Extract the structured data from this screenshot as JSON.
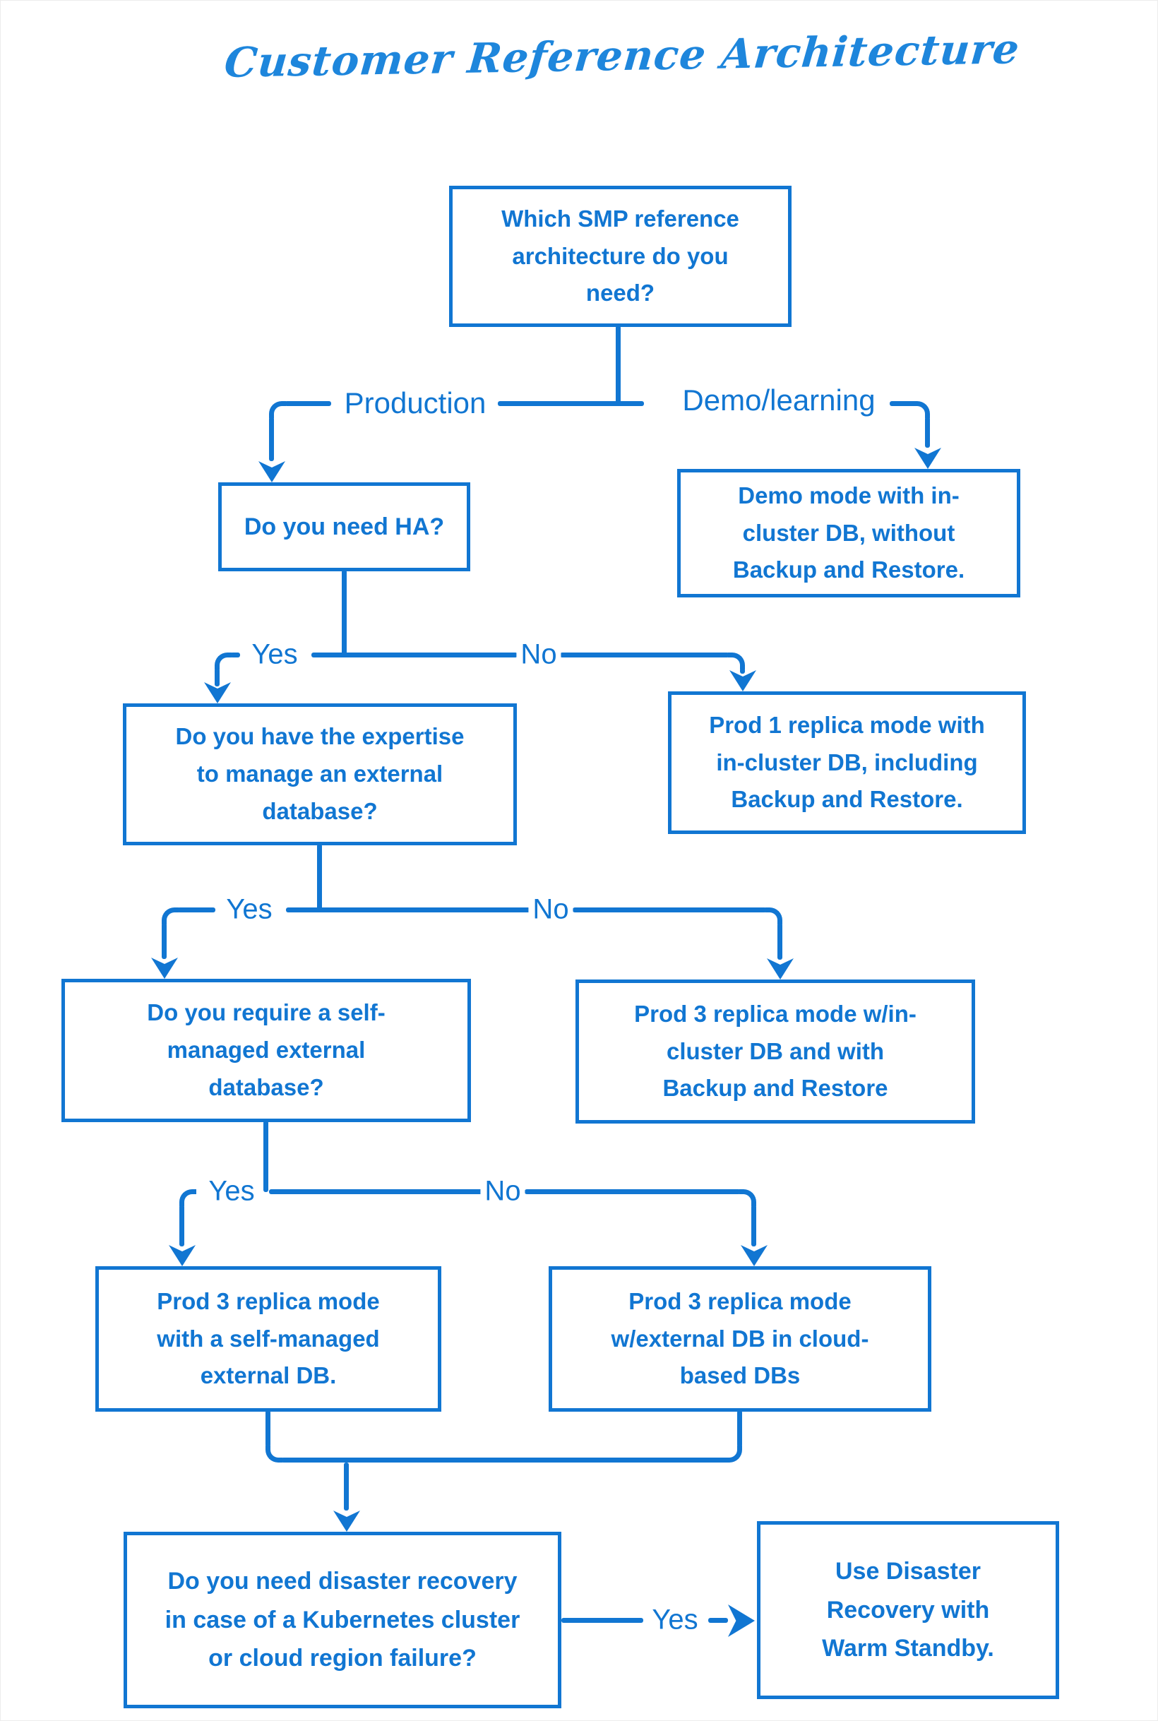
{
  "page": {
    "title": "Customer Reference Architecture"
  },
  "colors": {
    "accent": "#1176d2",
    "title": "#1e86dc",
    "background": "#ffffff"
  },
  "labels": {
    "production": "Production",
    "demo_learning": "Demo/learning",
    "yes": "Yes",
    "no": "No"
  },
  "nodes": {
    "q_main": {
      "text": "Which SMP reference\narchitecture do you\nneed?"
    },
    "q_ha": {
      "text": "Do you need HA?"
    },
    "demo_mode": {
      "text": "Demo mode with in-\ncluster DB, without\nBackup and Restore."
    },
    "q_expertise": {
      "text": "Do you have the expertise\nto manage an external\ndatabase?"
    },
    "prod1": {
      "text": "Prod 1 replica mode with\nin-cluster DB, including\nBackup and Restore."
    },
    "q_selfmanaged": {
      "text": "Do you require a self-\nmanaged external\ndatabase?"
    },
    "prod3_incluster": {
      "text": "Prod 3 replica mode w/in-\ncluster DB and with\nBackup and Restore"
    },
    "prod3_self": {
      "text": "Prod 3 replica mode\nwith a self-managed\nexternal DB."
    },
    "prod3_cloud": {
      "text": "Prod 3 replica mode\nw/external DB in cloud-\nbased DBs"
    },
    "q_dr": {
      "text": "Do you need disaster recovery\nin case of a Kubernetes cluster\nor cloud region failure?"
    },
    "dr_result": {
      "text": "Use Disaster\nRecovery with\nWarm Standby."
    }
  }
}
